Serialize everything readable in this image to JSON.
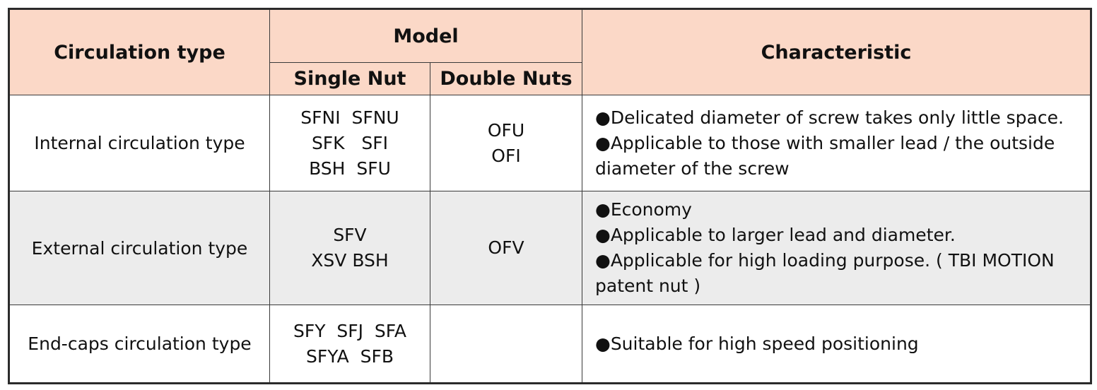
{
  "headers": {
    "circulation_type": "Circulation type",
    "model": "Model",
    "single_nut": "Single Nut",
    "double_nuts": "Double Nuts",
    "characteristic": "Characteristic"
  },
  "rows": [
    {
      "type": "Internal circulation type",
      "single": [
        "SFNI  SFNU",
        "SFK   SFI",
        "BSH  SFU"
      ],
      "double": [
        "OFU",
        "OFI"
      ],
      "characteristics": [
        "●Delicated diameter of screw takes only little space.",
        "●Applicable to those with smaller lead / the outside diameter of the screw"
      ]
    },
    {
      "type": "External circulation type",
      "single": [
        "SFV",
        "XSV BSH"
      ],
      "double": [
        "OFV"
      ],
      "characteristics": [
        "●Economy",
        "●Applicable to larger lead and diameter.",
        "●Applicable for high loading purpose. ( TBI MOTION patent nut )"
      ]
    },
    {
      "type": "End-caps circulation type",
      "single": [
        "SFY  SFJ  SFA",
        "SFYA  SFB"
      ],
      "double": [],
      "characteristics": [
        "●Suitable for high speed positioning"
      ]
    }
  ],
  "colors": {
    "header_bg": "#fbd8c7",
    "shaded_row_bg": "#ececec",
    "border": "#2b2b2b"
  }
}
